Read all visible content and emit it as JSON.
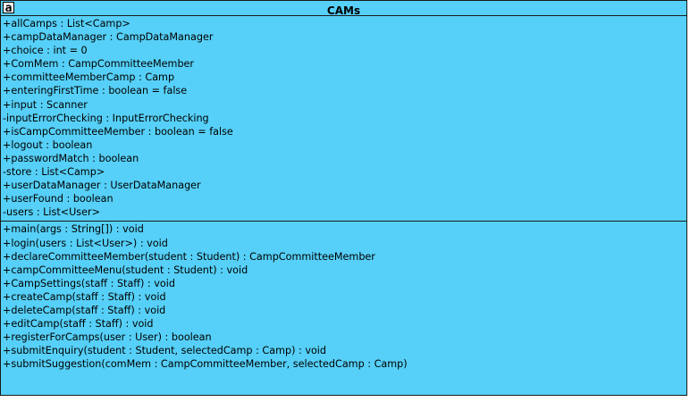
{
  "class": {
    "icon_letter": "a",
    "name": "CAMs",
    "attributes": [
      "+allCamps : List<Camp>",
      "+campDataManager : CampDataManager",
      "+choice : int = 0",
      "+ComMem : CampCommitteeMember",
      "+committeeMemberCamp : Camp",
      "+enteringFirstTime : boolean = false",
      "+input : Scanner",
      "-inputErrorChecking : InputErrorChecking",
      "+isCampCommitteeMember : boolean = false",
      "+logout : boolean",
      "+passwordMatch : boolean",
      "-store : List<Camp>",
      "+userDataManager : UserDataManager",
      "+userFound : boolean",
      "-users : List<User>"
    ],
    "operations": [
      "+main(args : String[]) : void",
      "+login(users : List<User>) : void",
      "+declareCommitteeMember(student : Student) : CampCommitteeMember",
      "+campCommitteeMenu(student : Student) : void",
      "+CampSettings(staff : Staff) : void",
      "+createCamp(staff : Staff) : void",
      "+deleteCamp(staff : Staff) : void",
      "+editCamp(staff : Staff) : void",
      "+registerForCamps(user : User) : boolean",
      "+submitEnquiry(student : Student, selectedCamp : Camp) : void",
      "+submitSuggestion(comMem : CampCommitteeMember, selectedCamp : Camp)"
    ]
  },
  "colors": {
    "class_fill": "#56D0F8",
    "border": "#1a1a1a"
  }
}
